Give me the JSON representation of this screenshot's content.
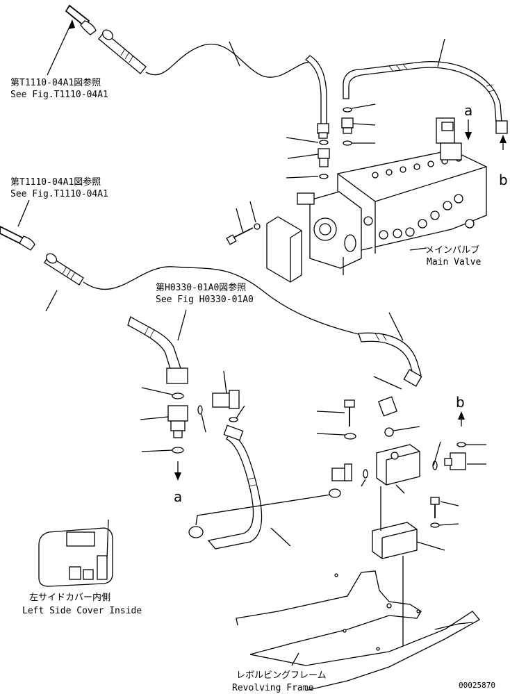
{
  "refs": {
    "ref1_jp": "第T1110-04A1図参照",
    "ref1_en": "See Fig.T1110-04A1",
    "ref2_jp": "第T1110-04A1図参照",
    "ref2_en": "See Fig.T1110-04A1",
    "ref3_jp": "第H0330-01A0図参照",
    "ref3_en": "See Fig H0330-01A0"
  },
  "labels": {
    "main_valve_jp": "メインバルブ",
    "main_valve_en": "Main Valve",
    "cover_jp": "左サイドカバー内側",
    "cover_en": "Left Side Cover Inside",
    "frame_jp": "レボルビングフレーム",
    "frame_en": "Revolving Frame",
    "drawing_no": "00025870"
  },
  "connectors": {
    "a_top": "a",
    "b_top": "b",
    "a_bottom": "a",
    "b_bottom": "b"
  }
}
